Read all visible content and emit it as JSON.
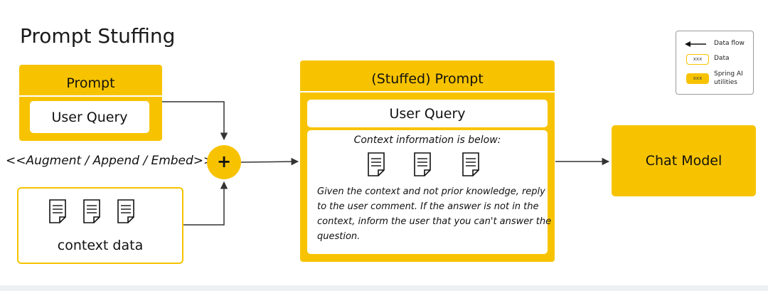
{
  "diagram": {
    "title": "Prompt Stuffing",
    "prompt_box": {
      "header": "Prompt",
      "user_query": "User Query"
    },
    "augment_label": "<<Augment / Append / Embed>>",
    "plus_symbol": "+",
    "context_box": {
      "label": "context data"
    },
    "stuffed_box": {
      "header": "(Stuffed) Prompt",
      "user_query": "User Query",
      "context_heading": "Context information is below:",
      "instruction_lines": [
        "Given the context and not prior knowledge, reply",
        "to the user comment. If the answer is not in the",
        "context, inform the user that you can't answer the",
        "question."
      ]
    },
    "chat_model": {
      "label": "Chat Model"
    },
    "legend": {
      "data_flow": "Data flow",
      "data": "Data",
      "data_chip": "xxx",
      "utilities_chip": "xxx",
      "utilities_line1": "Spring AI",
      "utilities_line2": "utilities"
    },
    "colors": {
      "accent_yellow": "#f7c300",
      "arrow": "#333333",
      "text": "#111111"
    },
    "icons": [
      "document-icon",
      "arrow-icon",
      "plus-icon"
    ]
  }
}
